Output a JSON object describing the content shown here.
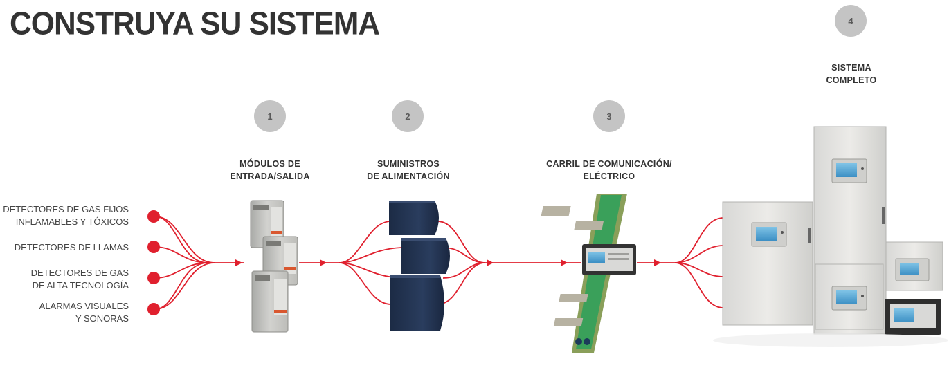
{
  "title": "CONSTRUYA SU SISTEMA",
  "inputs": [
    {
      "lines": [
        "DETECTORES DE GAS FIJOS",
        "INFLAMABLES Y TÓXICOS"
      ]
    },
    {
      "lines": [
        "DETECTORES DE LLAMAS"
      ]
    },
    {
      "lines": [
        "DETECTORES DE GAS",
        "DE ALTA TECNOLOGÍA"
      ]
    },
    {
      "lines": [
        "ALARMAS VISUALES",
        "Y SONORAS"
      ]
    }
  ],
  "steps": [
    {
      "number": "1",
      "label_lines": [
        "MÓDULOS DE",
        "ENTRADA/SALIDA"
      ]
    },
    {
      "number": "2",
      "label_lines": [
        "SUMINISTROS",
        "DE ALIMENTACIÓN"
      ]
    },
    {
      "number": "3",
      "label_lines": [
        "CARRIL DE COMUNICACIÓN/",
        "ELÉCTRICO"
      ]
    },
    {
      "number": "4",
      "label_lines": [
        "SISTEMA",
        "COMPLETO"
      ]
    }
  ],
  "colors": {
    "flow": "#e0202e",
    "badge": "#c4c4c4",
    "title": "#333333"
  }
}
